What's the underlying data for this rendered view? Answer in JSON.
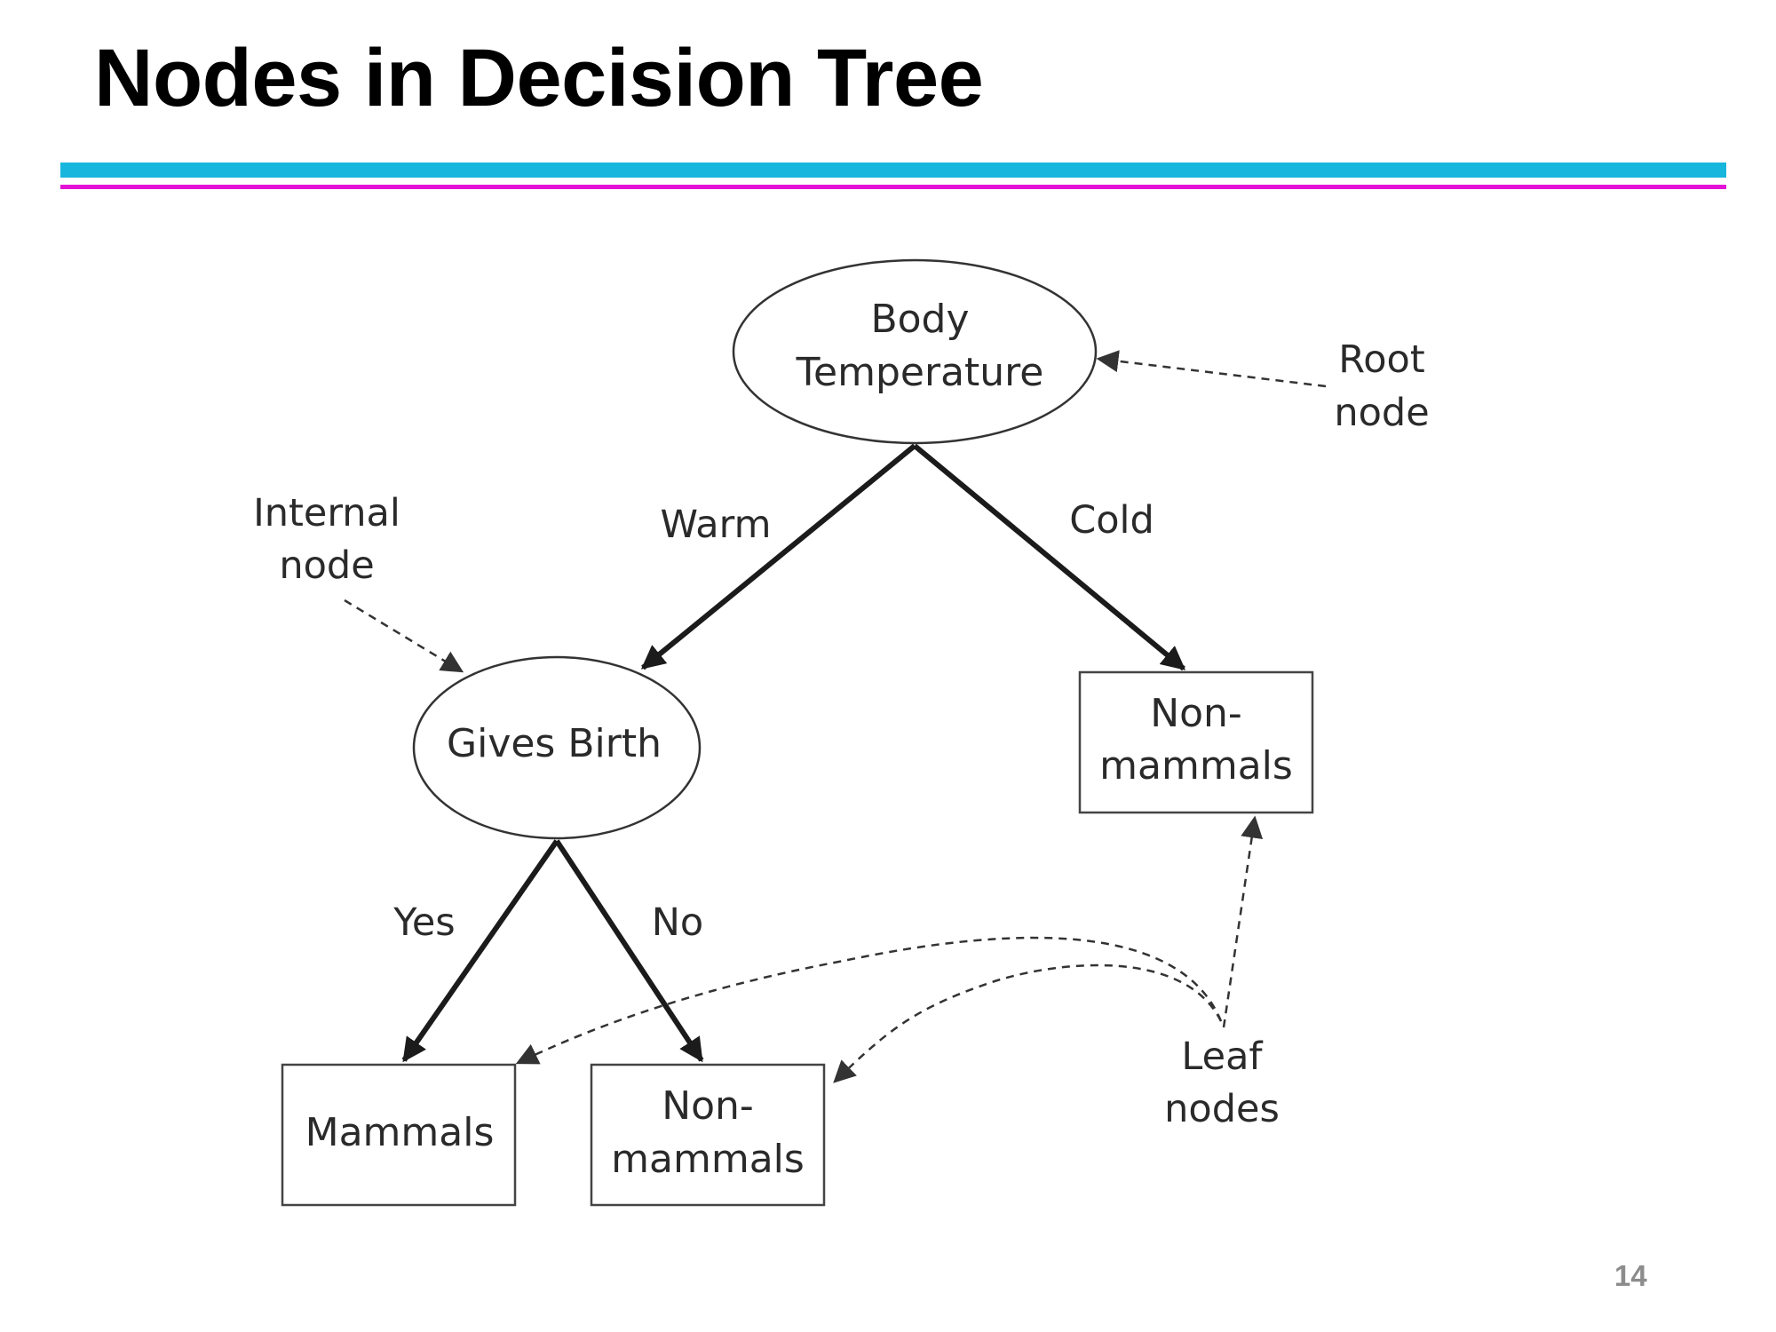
{
  "slide": {
    "title": "Nodes in Decision Tree",
    "page_number": "14",
    "accent_colors": {
      "top_rule": "#16b6dd",
      "bottom_rule": "#e312d6"
    }
  },
  "tree": {
    "root": {
      "line1": "Body",
      "line2": "Temperature"
    },
    "internal": {
      "label": "Gives Birth"
    },
    "leaves": {
      "cold_line1": "Non-",
      "cold_line2": "mammals",
      "yes_label": "Mammals",
      "no_line1": "Non-",
      "no_line2": "mammals"
    },
    "edges": {
      "warm": "Warm",
      "cold": "Cold",
      "yes": "Yes",
      "no": "No"
    }
  },
  "annotations": {
    "root_line1": "Root",
    "root_line2": "node",
    "internal_line1": "Internal",
    "internal_line2": "node",
    "leaf_line1": "Leaf",
    "leaf_line2": "nodes"
  }
}
